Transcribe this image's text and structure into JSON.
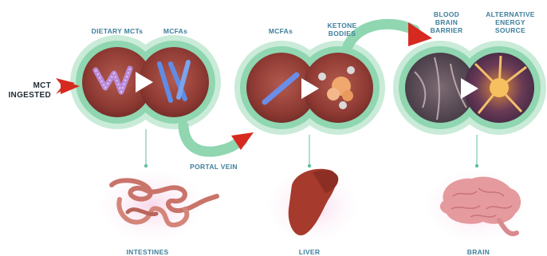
{
  "input_label": [
    "MCT",
    "INGESTED"
  ],
  "stages": [
    {
      "id": "intestines",
      "left_label": "DIETARY MCTs",
      "right_label": "MCFAs",
      "organ_label": "INTESTINES"
    },
    {
      "id": "liver",
      "left_label": "MCFAs",
      "right_label": [
        "KETONE",
        "BODIES"
      ],
      "organ_label": "LIVER"
    },
    {
      "id": "brain",
      "left_label": [
        "BLOOD",
        "BRAIN",
        "BARRIER"
      ],
      "right_label": [
        "ALTERNATIVE",
        "ENERGY",
        "SOURCE"
      ],
      "organ_label": "BRAIN"
    }
  ],
  "connector_label": "PORTAL VEIN",
  "colors": {
    "ring_green": "#8fd6b1",
    "ring_light": "#c9ebd8",
    "label_blue": "#3e7f9c",
    "arrow_red": "#d62a20",
    "organ_tissue": "#c9746a",
    "liver": "#a63a2c",
    "brain": "#e59a9e"
  }
}
